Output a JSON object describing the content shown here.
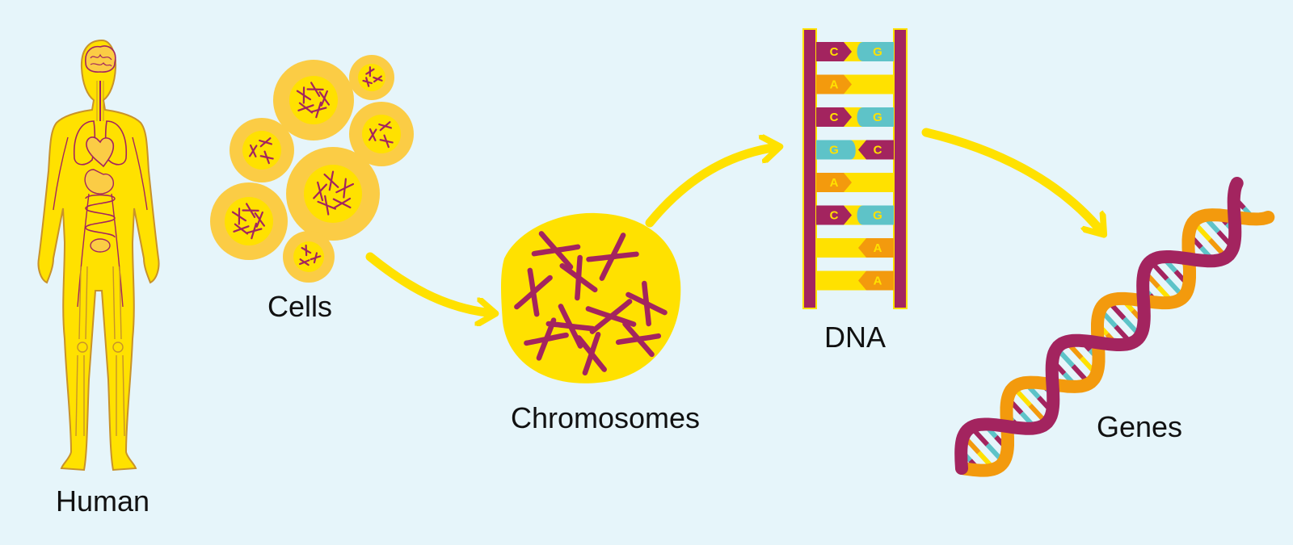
{
  "labels": {
    "human": "Human",
    "cells": "Cells",
    "chromosomes": "Chromosomes",
    "dna": "DNA",
    "genes": "Genes"
  },
  "dna_ladder": {
    "rungs": [
      {
        "left": "C",
        "right": "G"
      },
      {
        "left": "A",
        "right": ""
      },
      {
        "left": "C",
        "right": "G"
      },
      {
        "left": "G",
        "right": "C"
      },
      {
        "left": "A",
        "right": ""
      },
      {
        "left": "C",
        "right": "G"
      },
      {
        "left": "",
        "right": "A"
      },
      {
        "left": "",
        "right": "A"
      }
    ]
  },
  "colors": {
    "background": "#e6f5fa",
    "yellow": "#ffe100",
    "cell_fill": "#fbcc45",
    "magenta": "#a3245f",
    "orange": "#f39a0d",
    "teal": "#5ec3c8",
    "text": "#111111"
  }
}
